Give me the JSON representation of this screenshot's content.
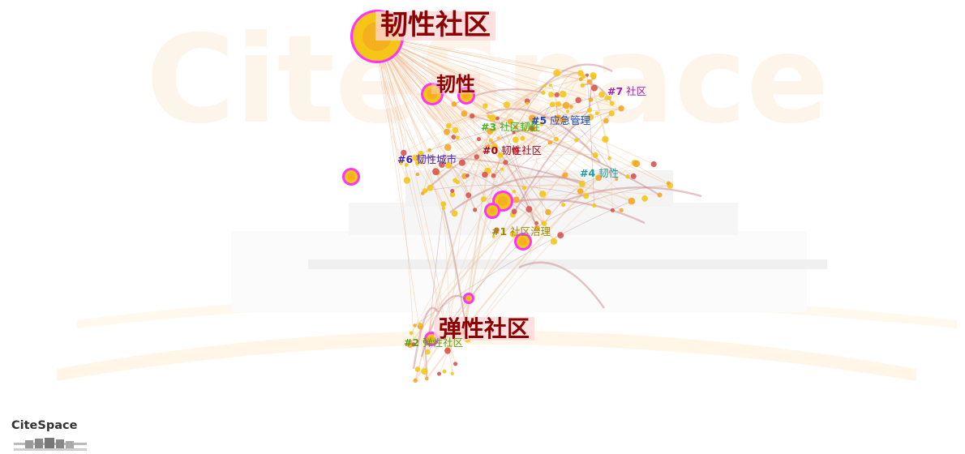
{
  "watermark": {
    "text": "CiteSpace"
  },
  "logo": {
    "text": "CiteSpace"
  },
  "keywords": [
    {
      "id": "kw1",
      "text": "韧性社区"
    },
    {
      "id": "kw2",
      "text": "韧性"
    },
    {
      "id": "kw3",
      "text": "弹性社区"
    }
  ],
  "clusters": [
    {
      "num": "#0",
      "label": "韧性社区",
      "color": "#a0001e"
    },
    {
      "num": "#1",
      "label": "社区治理",
      "color": "#a08a00"
    },
    {
      "num": "#2",
      "label": "弹性社区",
      "color": "#5c9e1a"
    },
    {
      "num": "#3",
      "label": "社区韧性",
      "color": "#3cb41e"
    },
    {
      "num": "#4",
      "label": "韧性",
      "color": "#1aa0a0"
    },
    {
      "num": "#5",
      "label": "应急管理",
      "color": "#1e4ab4"
    },
    {
      "num": "#6",
      "label": "韧性城市",
      "color": "#3c1eb4"
    },
    {
      "num": "#7",
      "label": "社区",
      "color": "#a01eb4"
    }
  ],
  "colors": {
    "node_core": "#f5c518",
    "node_orange": "#f5a623",
    "node_red": "#d9534f",
    "centrality_ring": "#ff33ff",
    "keyword_text": "#8b0000"
  }
}
